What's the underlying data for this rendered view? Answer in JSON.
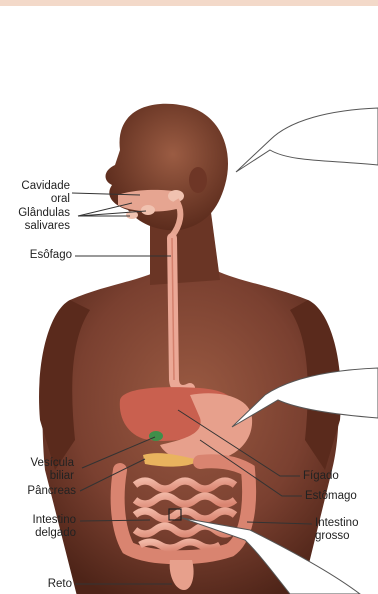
{
  "labels": {
    "cavidade_oral": [
      "Cavidade",
      "oral"
    ],
    "glandulas_salivares": [
      "Glândulas",
      "salivares"
    ],
    "esofago": [
      "Esôfago"
    ],
    "vesicula_biliar": [
      "Vesícula",
      "biliar"
    ],
    "pancreas": [
      "Pâncreas"
    ],
    "intestino_delgado": [
      "Intestino",
      "delgado"
    ],
    "reto": [
      "Reto"
    ],
    "figado": [
      "Fígado"
    ],
    "estomago": [
      "Estômago"
    ],
    "intestino_grosso": [
      "Intestino",
      "grosso"
    ]
  },
  "colors": {
    "skin": "#7a4030",
    "skin_light": "#9a5a42",
    "organ": "#e7a08c",
    "organ_dark": "#c9725e",
    "liver": "#c9604f",
    "gallbladder": "#3f8f4a",
    "pancreas": "#e9b35e",
    "top_strip": "#f3d9c9"
  }
}
